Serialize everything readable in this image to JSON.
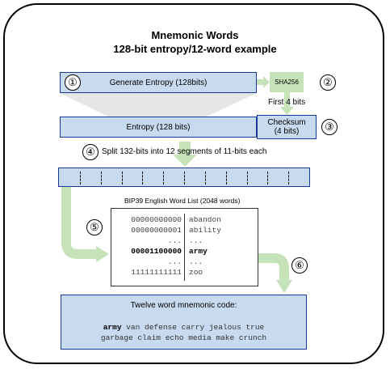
{
  "title": "Mnemonic Words",
  "subtitle": "128-bit entropy/12-word example",
  "steps": {
    "s1": "①",
    "s2": "②",
    "s3": "③",
    "s4": "④",
    "s5": "⑤",
    "s6": "⑥"
  },
  "generate_entropy": "Generate Entropy (128bits)",
  "sha256": "SHA256",
  "first_4_bits": "First 4 bits",
  "entropy": "Entropy (128 bits)",
  "checksum": {
    "line1": "Checksum",
    "line2": "(4 bits)"
  },
  "split_text": "Split 132-bits into 12 segments of 11-bits each",
  "segment_count": 12,
  "wordlist": {
    "title": "BIP39 English Word List (2048 words)",
    "rows": [
      {
        "bin": "00000000000",
        "word": "abandon",
        "bold": false
      },
      {
        "bin": "00000000001",
        "word": "ability",
        "bold": false
      },
      {
        "bin": "...",
        "word": "...",
        "bold": false
      },
      {
        "bin": "00001100000",
        "word": "army",
        "bold": true
      },
      {
        "bin": "...",
        "word": "...",
        "bold": false
      },
      {
        "bin": "11111111111",
        "word": "zoo",
        "bold": false
      }
    ]
  },
  "result": {
    "title": "Twelve word mnemonic code:",
    "first_word": "army",
    "line1_rest": " van defense carry jealous true",
    "line2": "garbage claim echo media make crunch"
  },
  "colors": {
    "blue_fill": "#c8daef",
    "blue_border": "#1a3a99",
    "green_arrow": "#c6e2b8",
    "gray_funnel": "#e6e6e6"
  }
}
